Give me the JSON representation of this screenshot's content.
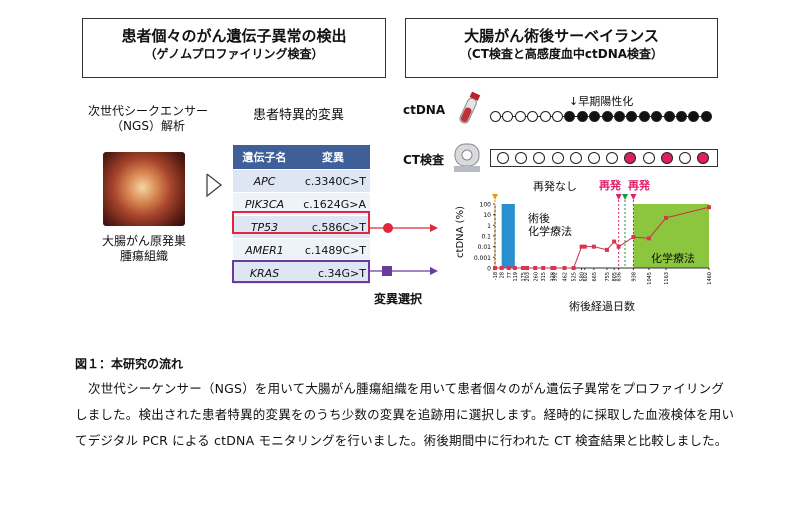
{
  "left_panel": {
    "title": "患者個々のがん遺伝子異常の検出",
    "subtitle": "（ゲノムプロファイリング検査）"
  },
  "right_panel": {
    "title": "大腸がん術後サーベイランス",
    "subtitle": "（CT検査と高感度血中ctDNA検査）"
  },
  "ngs_label": "次世代シークエンサー\n（NGS）解析",
  "tissue_label": "大腸がん原発巣\n腫瘍組織",
  "variant_heading": "患者特異的変異",
  "table": {
    "headers": [
      "遺伝子名",
      "変異"
    ],
    "rows": [
      {
        "gene": "APC",
        "mut": "c.3340C>T"
      },
      {
        "gene": "PIK3CA",
        "mut": "c.1624G>A"
      },
      {
        "gene": "TP53",
        "mut": "c.586C>T"
      },
      {
        "gene": "AMER1",
        "mut": "c.1489C>T"
      },
      {
        "gene": "KRAS",
        "mut": "c.34G>T"
      }
    ]
  },
  "variant_select": "変異選択",
  "ctdna_label": "ctDNA",
  "ct_label": "CT検査",
  "early_positive": "↓早期陽性化",
  "no_recurrence": "再発なし",
  "recurrence": "再発",
  "adjuvant": "術後\n化学療法",
  "chemo": "化学療法",
  "chart_data": {
    "type": "line",
    "ylabel": "ctDNA (%)",
    "xlabel": "術後経過日数",
    "y_ticks": [
      "100",
      "10",
      "1",
      "0.1",
      "0.01",
      "0.001",
      "0"
    ],
    "x_ticks": [
      "-18",
      "28",
      "77",
      "119",
      "175",
      "203",
      "260",
      "315",
      "378",
      "392",
      "462",
      "525",
      "580",
      "602",
      "665",
      "755",
      "805",
      "836",
      "938",
      "1045",
      "1163",
      "1460"
    ],
    "x": [
      -18,
      28,
      77,
      119,
      175,
      203,
      260,
      315,
      378,
      392,
      462,
      525,
      580,
      602,
      665,
      755,
      805,
      836,
      938,
      1045,
      1163,
      1460
    ],
    "values": [
      0,
      0,
      0,
      0,
      0,
      0,
      0,
      0,
      0,
      0,
      0,
      0,
      0.01,
      0.01,
      0.01,
      0.005,
      0.03,
      0.01,
      0.08,
      0.06,
      5,
      50
    ]
  },
  "caption": {
    "title": "図１：本研究の流れ",
    "body": "次世代シーケンサー（NGS）を用いて大腸がん腫瘍組織を用いて患者個々のがん遺伝子異常をプロファイリングしました。検出された患者特異的変異をのうち少数の変異を追跡用に選択します。経時的に採取した血液検体を用いてデジタル PCR による ctDNA モニタリングを行いました。術後期間中に行われた CT 検査結果と比較しました。"
  },
  "colors": {
    "table_header": "#3f5f99",
    "red": "#e0283c",
    "purple": "#6a3aa0",
    "chemo_green": "#8cc63f",
    "adjuvant_blue": "#2a8fcf"
  }
}
